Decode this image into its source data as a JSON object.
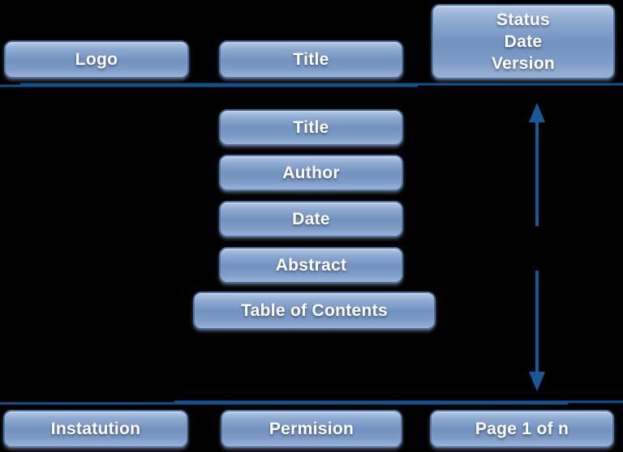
{
  "colors": {
    "background": "#000000",
    "separator_line": "#10518e",
    "arrow": "#175a9a",
    "box_border": "#4c6f9f",
    "box_gradient_top": "#b4c9e4",
    "box_gradient_mid": "#7191bf",
    "box_gradient_bottom": "#9ab3d7",
    "box_text": "#ffffff"
  },
  "header": {
    "logo": "Logo",
    "title": "Title",
    "status": {
      "lines": [
        "Status",
        "Date",
        "Version"
      ]
    }
  },
  "front_matter": {
    "items": [
      "Title",
      "Author",
      "Date",
      "Abstract",
      "Table of Contents"
    ]
  },
  "footer": {
    "institution": "Instatution",
    "permission": "Permision",
    "page": "Page 1 of n"
  }
}
